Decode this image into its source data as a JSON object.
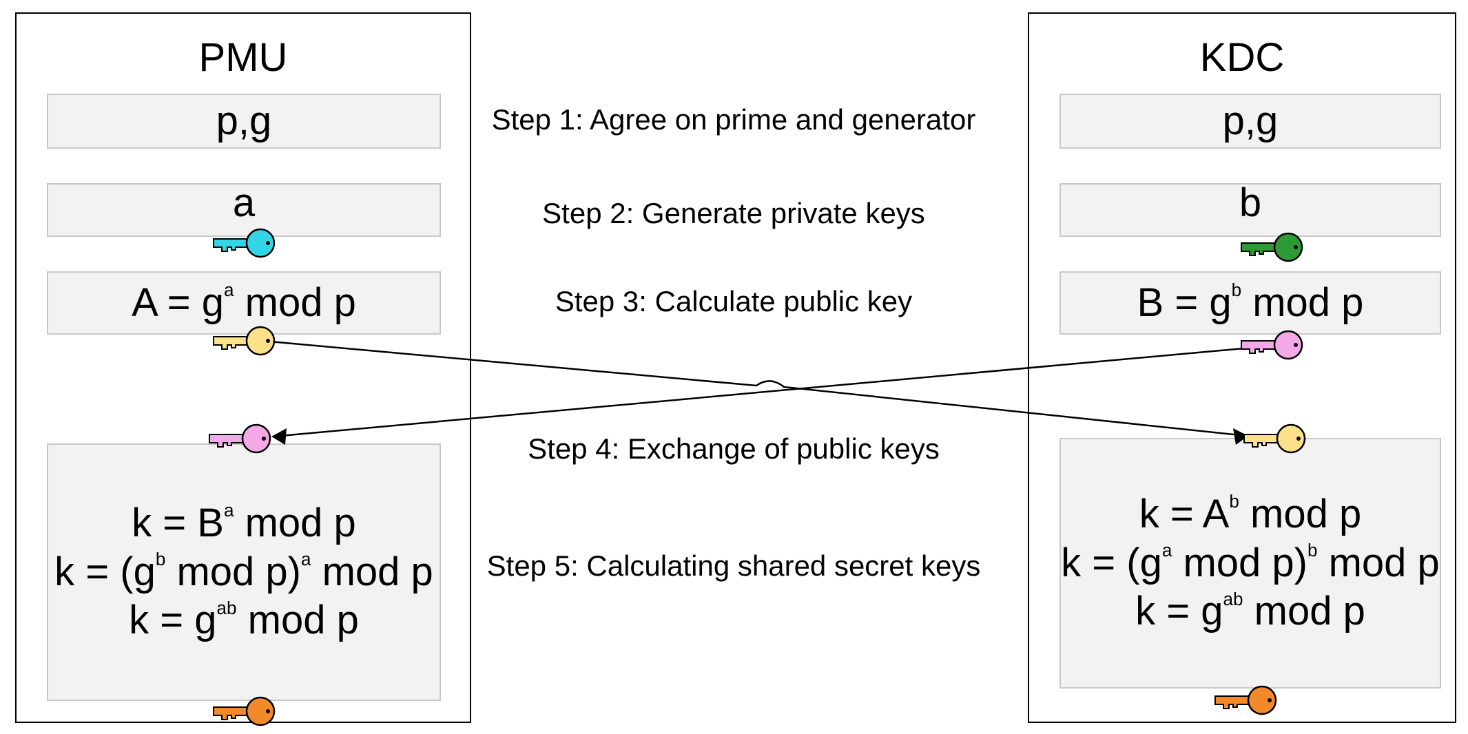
{
  "pmu": {
    "title": "PMU",
    "params": "p,g",
    "private_key": "a",
    "public_key": {
      "lhs": "A = g",
      "exp": "a",
      "rhs": " mod p"
    },
    "shared": {
      "line1": {
        "lhs": "k = B",
        "exp": "a",
        "rhs": " mod p"
      },
      "line2": {
        "lhs": "k = (g",
        "exp1": "b",
        "mid": " mod p)",
        "exp2": "a",
        "rhs": " mod p"
      },
      "line3": {
        "lhs": "k = g",
        "exp": "ab",
        "rhs": " mod p"
      }
    }
  },
  "kdc": {
    "title": "KDC",
    "params": "p,g",
    "private_key": "b",
    "public_key": {
      "lhs": "B = g",
      "exp": "b",
      "rhs": " mod p"
    },
    "shared": {
      "line1": {
        "lhs": "k = A",
        "exp": "b",
        "rhs": " mod p"
      },
      "line2": {
        "lhs": "k = (g",
        "exp1": "a",
        "mid": " mod p)",
        "exp2": "b",
        "rhs": " mod p"
      },
      "line3": {
        "lhs": "k = g",
        "exp": "ab",
        "rhs": " mod p"
      }
    }
  },
  "steps": {
    "s1": "Step 1: Agree on prime and generator",
    "s2": "Step 2: Generate private keys",
    "s3": "Step 3: Calculate public key",
    "s4": "Step 4: Exchange of public keys",
    "s5": "Step 5: Calculating shared secret keys"
  },
  "key_colors": {
    "pmu_private": "#33d6e6",
    "kdc_private": "#2e9a35",
    "pmu_public": "#fde08a",
    "kdc_public": "#f5a8e6",
    "shared": "#f28a2a"
  }
}
